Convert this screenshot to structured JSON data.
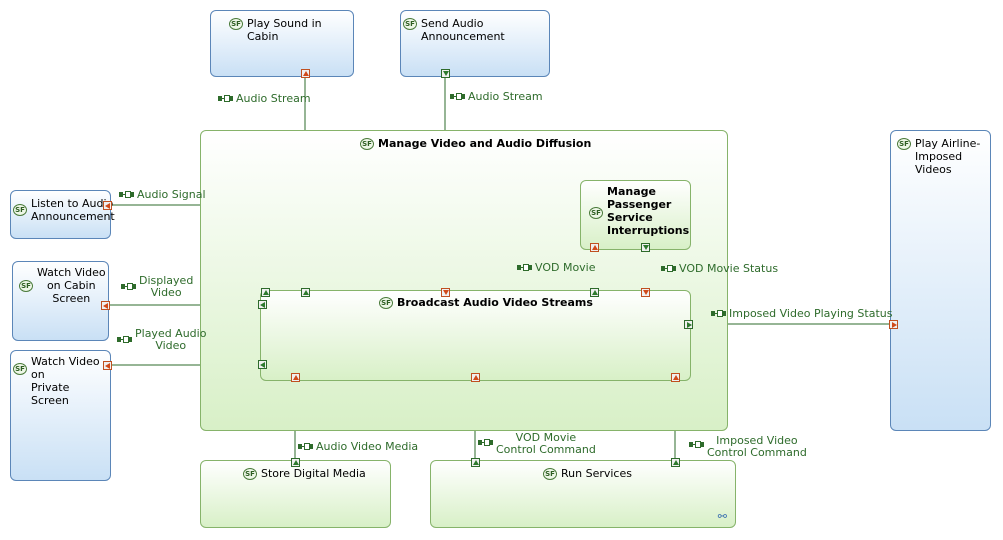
{
  "badge_text": "SF",
  "colors": {
    "connector": "#2e6b2b",
    "out_port": "#d04a1a",
    "in_port": "#2e7a2e",
    "blue_border": "#5b86b8",
    "green_border": "#86b36a"
  },
  "functions": {
    "play_sound": "Play Sound in Cabin",
    "send_audio": "Send Audio Announcement",
    "manage_diffusion": "Manage Video and Audio Diffusion",
    "play_airline": [
      "Play Airline-",
      "Imposed Videos"
    ],
    "listen_audio": [
      "Listen to Audio",
      "Announcement"
    ],
    "watch_cabin": [
      "Watch Video",
      "on Cabin",
      "Screen"
    ],
    "watch_private": [
      "Watch Video on",
      "Private Screen"
    ],
    "manage_interruptions": [
      "Manage",
      "Passenger",
      "Service",
      "Interruptions"
    ],
    "broadcast": "Broadcast Audio Video Streams",
    "store_media": "Store Digital Media",
    "run_services": "Run Services"
  },
  "exchanges": {
    "audio_stream_1": "Audio Stream",
    "audio_stream_2": "Audio Stream",
    "audio_signal": "Audio Signal",
    "displayed_video": [
      "Displayed",
      "Video"
    ],
    "played_audio": [
      "Played Audio",
      "Video"
    ],
    "vod_movie": "VOD Movie",
    "vod_movie_status": "VOD Movie Status",
    "imposed_status": "Imposed Video Playing Status",
    "audio_video_media": "Audio Video Media",
    "vod_command": [
      "VOD Movie",
      "Control Command"
    ],
    "imposed_command": [
      "Imposed Video",
      "Control Command"
    ]
  },
  "icons": {
    "exchange": "functional-exchange-icon",
    "function": "system-function-icon",
    "hierarchy": "hierarchy-icon"
  }
}
